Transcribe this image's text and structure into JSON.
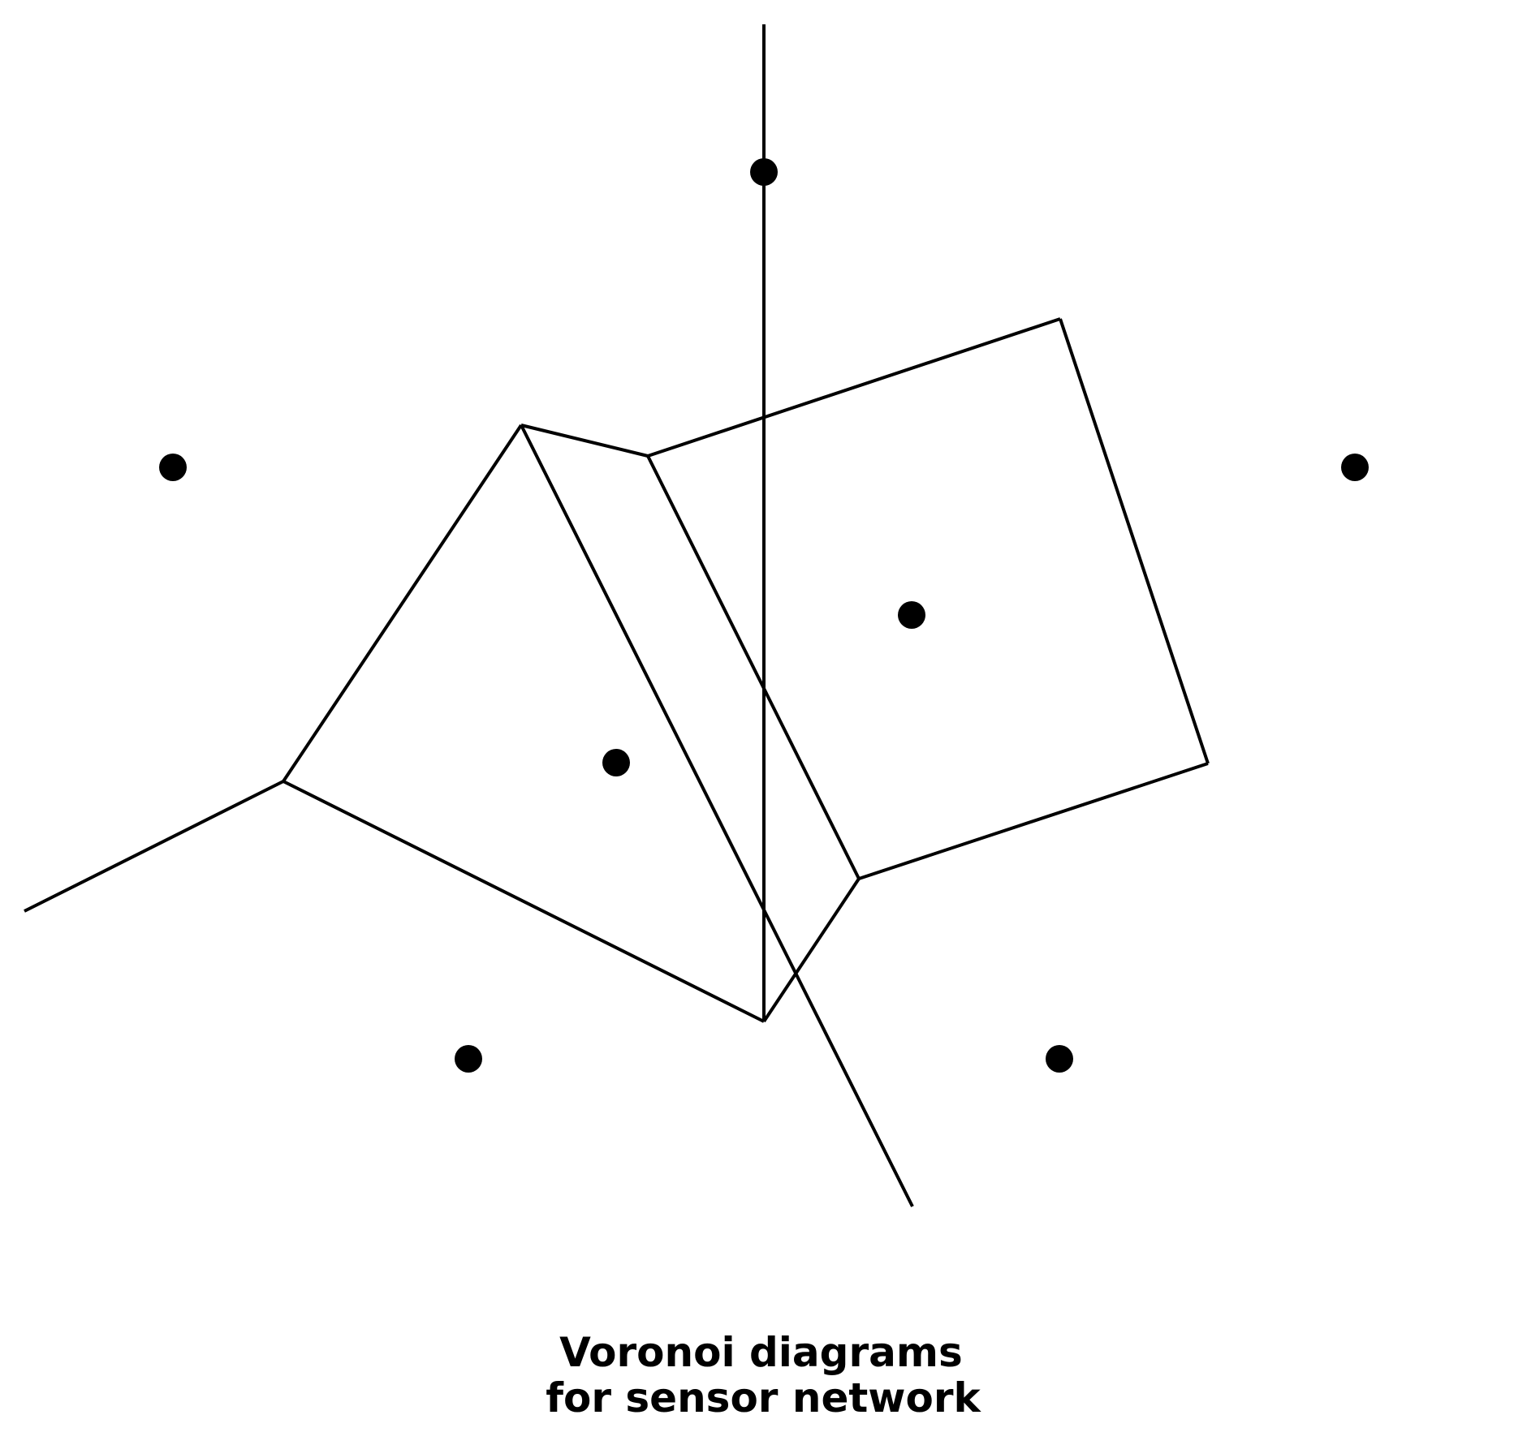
{
  "diagram": {
    "title_lines": [
      "Voronoi diagrams",
      "for sensor network"
    ],
    "ink_color": "#000000",
    "background_color": "#ffffff",
    "sensors": [
      {
        "name": "sensor-top-center"
      },
      {
        "name": "sensor-left"
      },
      {
        "name": "sensor-right"
      },
      {
        "name": "sensor-center-right"
      },
      {
        "name": "sensor-center-left"
      },
      {
        "name": "sensor-bottom-left"
      },
      {
        "name": "sensor-bottom-right"
      }
    ],
    "edges": [
      {
        "name": "edge-vertical-divider"
      },
      {
        "name": "edge-long-diagonal"
      },
      {
        "name": "edge-left-ray"
      },
      {
        "name": "edge-cell-top-left"
      },
      {
        "name": "edge-cell-bottom-left"
      },
      {
        "name": "edge-cell-top-small"
      },
      {
        "name": "edge-square-top"
      },
      {
        "name": "edge-square-right"
      },
      {
        "name": "edge-square-bottom"
      },
      {
        "name": "edge-square-left"
      },
      {
        "name": "edge-lower-connector"
      }
    ]
  }
}
